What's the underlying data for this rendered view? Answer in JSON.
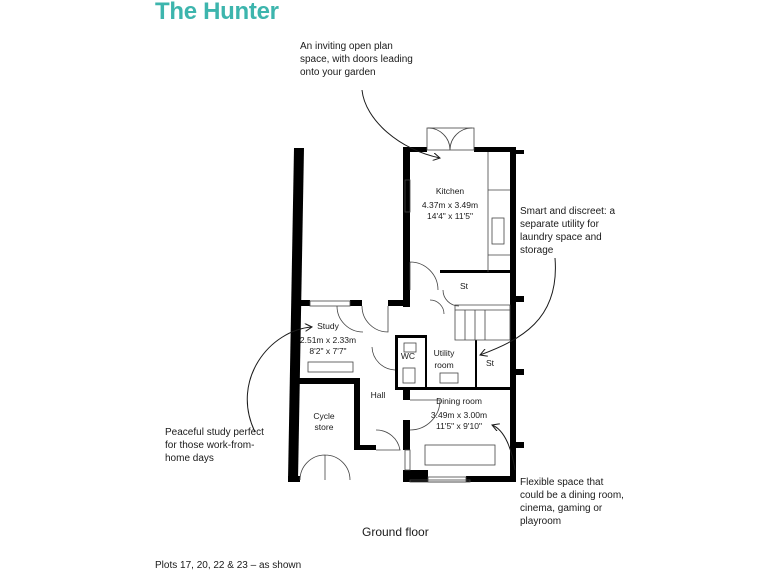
{
  "title": "The Hunter",
  "annotations": {
    "kitchen_note": "An inviting open plan space, with doors leading onto your garden",
    "utility_note": "Smart and discreet: a separate utility for laundry space and storage",
    "study_note": "Peaceful study perfect for those work-from-home days",
    "dining_note": "Flexible space that could be a dining room, cinema, gaming or playroom"
  },
  "rooms": {
    "kitchen": {
      "name": "Kitchen",
      "metric": "4.37m x 3.49m",
      "imperial": "14'4\" x 11'5\""
    },
    "study": {
      "name": "Study",
      "metric": "2.51m x 2.33m",
      "imperial": "8'2\" x 7'7\""
    },
    "dining": {
      "name": "Dining room",
      "metric": "3.49m x 3.00m",
      "imperial": "11'5\" x 9'10\""
    },
    "st1": "St",
    "st2": "St",
    "wc": "WC",
    "utility": [
      "Utility",
      "room"
    ],
    "hall": "Hall",
    "cycle": [
      "Cycle",
      "store"
    ]
  },
  "floor_label": "Ground floor",
  "plots": "Plots 17, 20, 22 & 23 – as shown",
  "colors": {
    "title": "#3db5ad",
    "walls": "#000000"
  }
}
